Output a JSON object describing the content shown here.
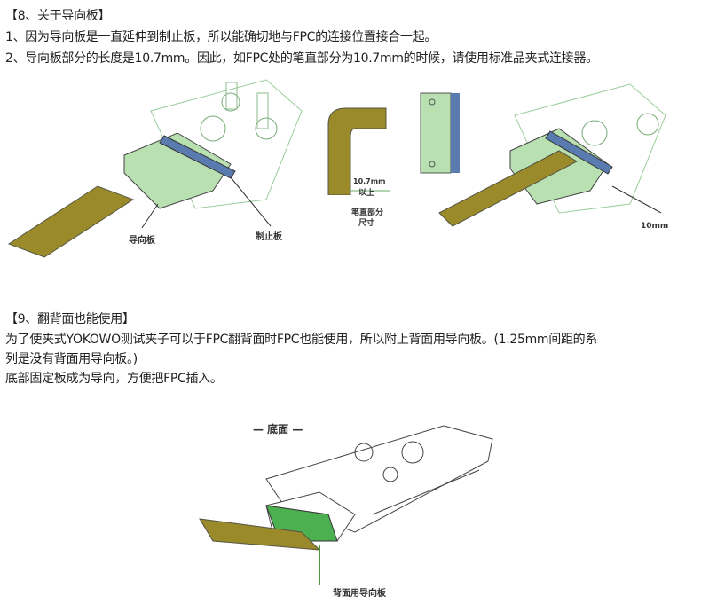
{
  "section8": {
    "heading": "【8、关于导向板】",
    "line1": "1、因为导向板是一直延伸到制止板，所以能确切地与FPC的连接位置接合一起。",
    "line2": "2、导向板部分的长度是10.7mm。因此，如FPC处的笔直部分为10.7mm的时候，请使用标准品夹式连接器。",
    "figure": {
      "label_guide": "导向板",
      "label_stop": "制止板",
      "dim_label_1": "10.7mm",
      "dim_label_2": "以上",
      "straight_label_1": "笔直部分",
      "straight_label_2": "尺寸",
      "dim_10mm": "10mm"
    }
  },
  "section9": {
    "heading": "【9、翻背面也能使用】",
    "line1": "为了使夹式YOKOWO测试夹子可以于FPC翻背面时FPC也能使用，所以附上背面用导向板。(1.25mm间距的系",
    "line2": "列是没有背面用导向板。)",
    "line3": "底部固定板成为导向，方便把FPC插入。",
    "figure": {
      "bottom_label": "— 底面 —",
      "back_guide_label": "背面用导向板"
    }
  },
  "colors": {
    "fpc": "#9a8a2a",
    "guide": "#a8d8a0",
    "accent": "#4a9a3a"
  }
}
